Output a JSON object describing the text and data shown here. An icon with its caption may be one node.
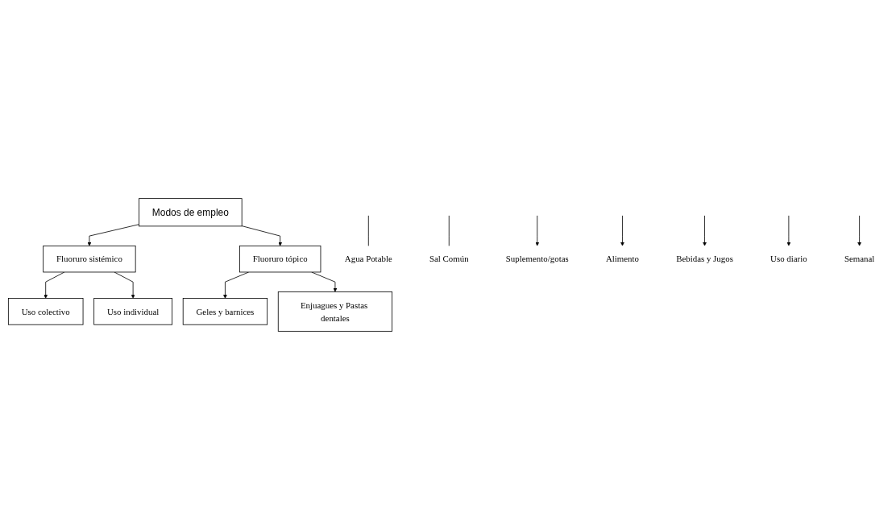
{
  "diagram": {
    "nodes": [
      {
        "text": [
          "Modos de empleo"
        ]
      },
      {
        "text": [
          "Fluoruro sistémico"
        ]
      },
      {
        "text": [
          "Fluoruro tópico"
        ]
      },
      {
        "text": [
          "Uso colectivo"
        ]
      },
      {
        "text": [
          "Uso individual"
        ]
      },
      {
        "text": [
          "Geles y barnices"
        ]
      },
      {
        "text": [
          "Enjuagues y Pastas dentales"
        ]
      },
      {
        "text": [
          "Agua Potable"
        ]
      },
      {
        "text": [
          "Sal Común"
        ]
      },
      {
        "text": [
          "Suplemento/gotas"
        ]
      },
      {
        "text": [
          "Alimento"
        ]
      },
      {
        "text": [
          "Bebidas y Jugos"
        ]
      },
      {
        "text": [
          "Uso diario"
        ]
      },
      {
        "text": [
          "Semanal"
        ]
      }
    ],
    "edges": [
      {
        "from": 0,
        "to": 1,
        "arrow": "to"
      },
      {
        "from": 0,
        "to": 2,
        "arrow": "to"
      },
      {
        "from": 1,
        "to": 3,
        "arrow": "to"
      },
      {
        "from": 1,
        "to": 4,
        "arrow": "to"
      },
      {
        "from": 2,
        "to": 5,
        "arrow": "to"
      },
      {
        "from": 2,
        "to": 6,
        "arrow": "to"
      },
      {
        "from": null,
        "to": 7,
        "arrow": "none"
      },
      {
        "from": null,
        "to": 8,
        "arrow": "none"
      },
      {
        "from": null,
        "to": 9,
        "arrow": "to"
      },
      {
        "from": null,
        "to": 10,
        "arrow": "to"
      },
      {
        "from": null,
        "to": 11,
        "arrow": "to"
      },
      {
        "from": null,
        "to": 12,
        "arrow": "to"
      },
      {
        "from": null,
        "to": 13,
        "arrow": "to"
      }
    ]
  }
}
